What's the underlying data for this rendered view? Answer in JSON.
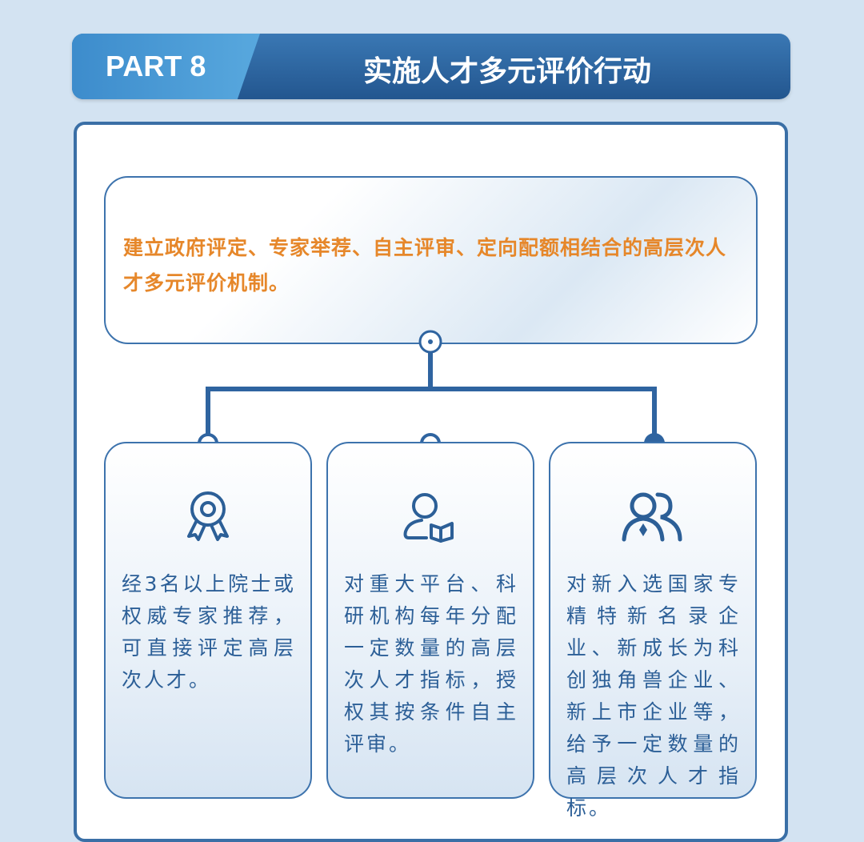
{
  "header": {
    "part": "PART 8",
    "title": "实施人才多元评价行动"
  },
  "summary": "建立政府评定、专家举荐、自主评审、定向配额相结合的高层次人才多元评价机制。",
  "cards": [
    {
      "icon": "award-ribbon-icon",
      "text": "经3名以上院士或权威专家推荐，可直接评定高层次人才。"
    },
    {
      "icon": "user-book-icon",
      "text": "对重大平台、科研机构每年分配一定数量的高层次人才指标，授权其按条件自主评审。"
    },
    {
      "icon": "users-group-icon",
      "text": "对新入选国家专精特新名录企业、新成长为科创独角兽企业、新上市企业等，给予一定数量的高层次人才指标。"
    }
  ],
  "colors": {
    "accent": "#e6872a",
    "primary": "#2c5f97"
  }
}
